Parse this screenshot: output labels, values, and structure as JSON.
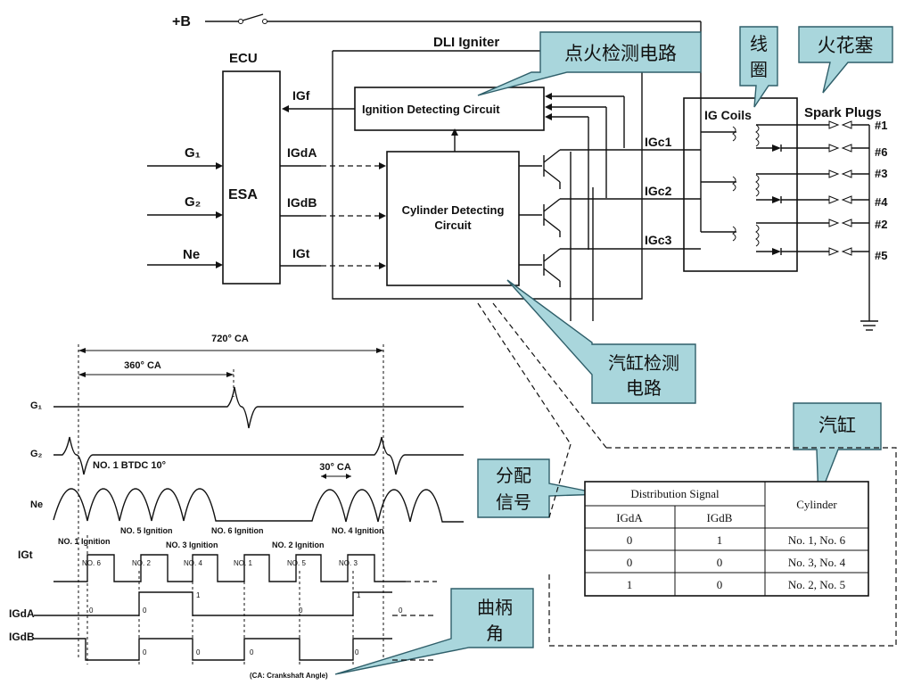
{
  "circuit": {
    "supply": "+B",
    "ecu_title": "ECU",
    "esa_label": "ESA",
    "inputs": [
      "G₁",
      "G₂",
      "Ne"
    ],
    "ecu_signals": [
      "IGf",
      "IGdA",
      "IGdB",
      "IGt"
    ],
    "igniter_title": "DLI Igniter",
    "ignition_detecting": "Ignition Detecting Circuit",
    "cylinder_detecting_1": "Cylinder Detecting",
    "cylinder_detecting_2": "Circuit",
    "coil_signals": [
      "IGc1",
      "IGc2",
      "IGc3"
    ],
    "coils_title": "IG Coils",
    "plugs_title": "Spark Plugs",
    "plug_numbers": [
      "#1",
      "#6",
      "#3",
      "#4",
      "#2",
      "#5"
    ]
  },
  "callouts": {
    "ignition_detect_cn": "点火检测电路",
    "coil_cn_1": "线",
    "coil_cn_2": "圈",
    "spark_plug_cn": "火花塞",
    "cylinder_detect_cn_1": "汽缸检测",
    "cylinder_detect_cn_2": "电路",
    "cylinder_cn": "汽缸",
    "distribution_cn_1": "分配",
    "distribution_cn_2": "信号",
    "crank_angle_cn_1": "曲柄",
    "crank_angle_cn_2": "角"
  },
  "timing": {
    "span_720": "720° CA",
    "span_360": "360° CA",
    "span_30": "30° CA",
    "rows": [
      "G₁",
      "G₂",
      "Ne",
      "IGt",
      "IGdA",
      "IGdB"
    ],
    "btdc": "NO. 1 BTDC 10°",
    "ignitions": [
      "NO. 1 Ignition",
      "NO. 5 Ignition",
      "NO. 3 Ignition",
      "NO. 6 Ignition",
      "NO. 2 Ignition",
      "NO. 4 Ignition"
    ],
    "igt_tags": [
      "NO. 6",
      "NO. 2",
      "NO. 4",
      "NO. 1",
      "NO. 5",
      "NO. 3"
    ],
    "footnote": "(CA: Crankshaft Angle)"
  },
  "table": {
    "header_group": "Distribution Signal",
    "columns": [
      "IGdA",
      "IGdB",
      "Cylinder"
    ],
    "rows": [
      [
        "0",
        "1",
        "No. 1, No. 6"
      ],
      [
        "0",
        "0",
        "No. 3, No. 4"
      ],
      [
        "1",
        "0",
        "No. 2, No. 5"
      ]
    ]
  }
}
